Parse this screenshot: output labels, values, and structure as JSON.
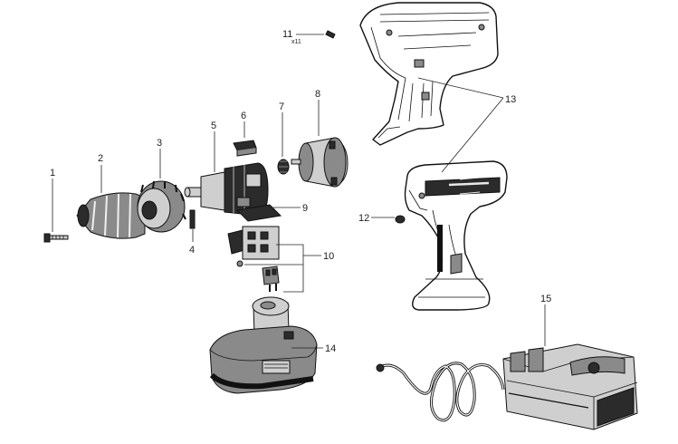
{
  "parts": [
    {
      "id": "part-1",
      "label": "1"
    },
    {
      "id": "part-2",
      "label": "2"
    },
    {
      "id": "part-3",
      "label": "3"
    },
    {
      "id": "part-4",
      "label": "4"
    },
    {
      "id": "part-5",
      "label": "5"
    },
    {
      "id": "part-6",
      "label": "6"
    },
    {
      "id": "part-7",
      "label": "7"
    },
    {
      "id": "part-8",
      "label": "8"
    },
    {
      "id": "part-9",
      "label": "9"
    },
    {
      "id": "part-10",
      "label": "10"
    },
    {
      "id": "part-11",
      "label": "11",
      "qty": "x11"
    },
    {
      "id": "part-12",
      "label": "12"
    },
    {
      "id": "part-13",
      "label": "13"
    },
    {
      "id": "part-14",
      "label": "14"
    },
    {
      "id": "part-15",
      "label": "15"
    }
  ]
}
